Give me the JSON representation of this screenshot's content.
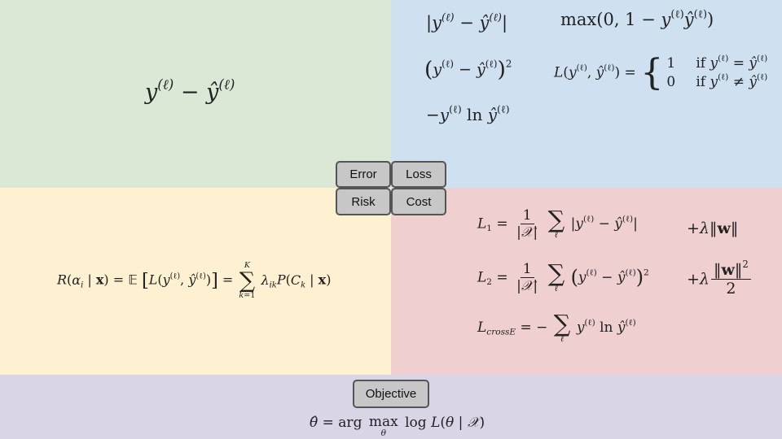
{
  "quadrants": {
    "error": {
      "label": "Error",
      "color": "#dbe8d6"
    },
    "loss": {
      "label": "Loss",
      "color": "#cfe0f1"
    },
    "risk": {
      "label": "Risk",
      "color": "#fdf1d2"
    },
    "cost": {
      "label": "Cost",
      "color": "#efcfcf"
    },
    "objective": {
      "label": "Objective",
      "color": "#d9d4e6"
    }
  },
  "formulas": {
    "error_diff": "y^(ℓ) − ŷ^(ℓ)",
    "loss_abs": "|y^(ℓ) − ŷ^(ℓ)|",
    "loss_hinge": "max(0, 1 − y^(ℓ)ŷ^(ℓ))",
    "loss_squared": "(y^(ℓ) − ŷ^(ℓ))^2",
    "loss_zero_one": "L(y^(ℓ), ŷ^(ℓ)) = {1 if y^(ℓ) = ŷ^(ℓ); 0 if y^(ℓ) ≠ ŷ^(ℓ)}",
    "loss_log": "−y^(ℓ) ln ŷ^(ℓ)",
    "risk": "R(α_i | x) = E[L(y^(ℓ), ŷ^(ℓ))] = Σ_{k=1}^{K} λ_ik P(C_k | x)",
    "cost_l1": "L_1 = 1/|X| Σ_ℓ |y^(ℓ) − ŷ^(ℓ)|  +λ‖w‖",
    "cost_l2": "L_2 = 1/|X| Σ_ℓ (y^(ℓ) − ŷ^(ℓ))^2  +λ‖w‖^2/2",
    "cost_cross": "L_crossE = − Σ_ℓ y^(ℓ) ln ŷ^(ℓ)",
    "objective": "θ̂ = arg max_θ log L(θ | X)"
  }
}
